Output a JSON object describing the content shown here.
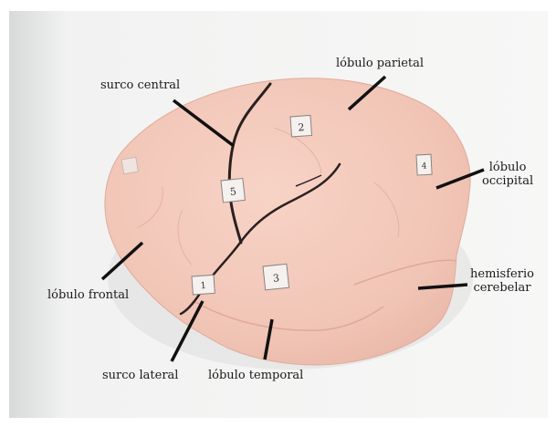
{
  "figure": {
    "labels": {
      "surco_central": "surco central",
      "lobulo_parietal": "lóbulo parietal",
      "lobulo_occipital_line1": "lóbulo",
      "lobulo_occipital_line2": "occipital",
      "hemisferio_line1": "hemisferio",
      "hemisferio_line2": "cerebelar",
      "lobulo_frontal": "lóbulo frontal",
      "surco_lateral": "surco lateral",
      "lobulo_temporal": "lóbulo temporal"
    },
    "tags": {
      "parietal": "2",
      "occipital": "4",
      "central": "5",
      "temporal": "3",
      "lateral": "1"
    }
  }
}
